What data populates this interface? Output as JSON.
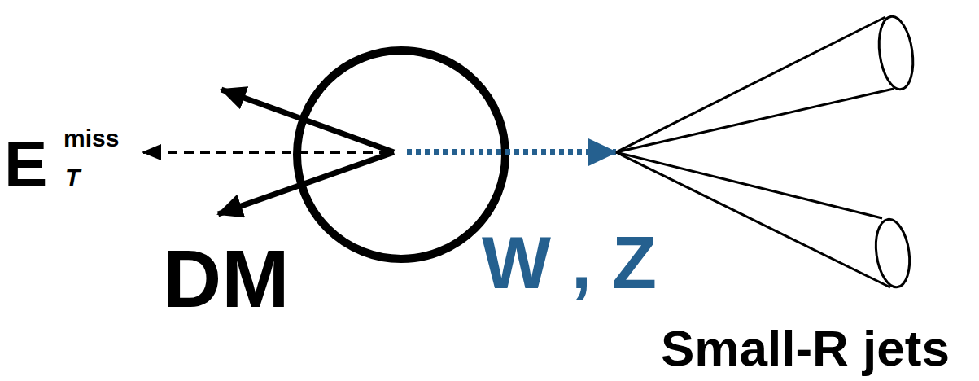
{
  "diagram": {
    "labels": [
      "E",
      "miss",
      "T",
      "DM",
      "W , Z",
      "Small-R jets"
    ]
  }
}
